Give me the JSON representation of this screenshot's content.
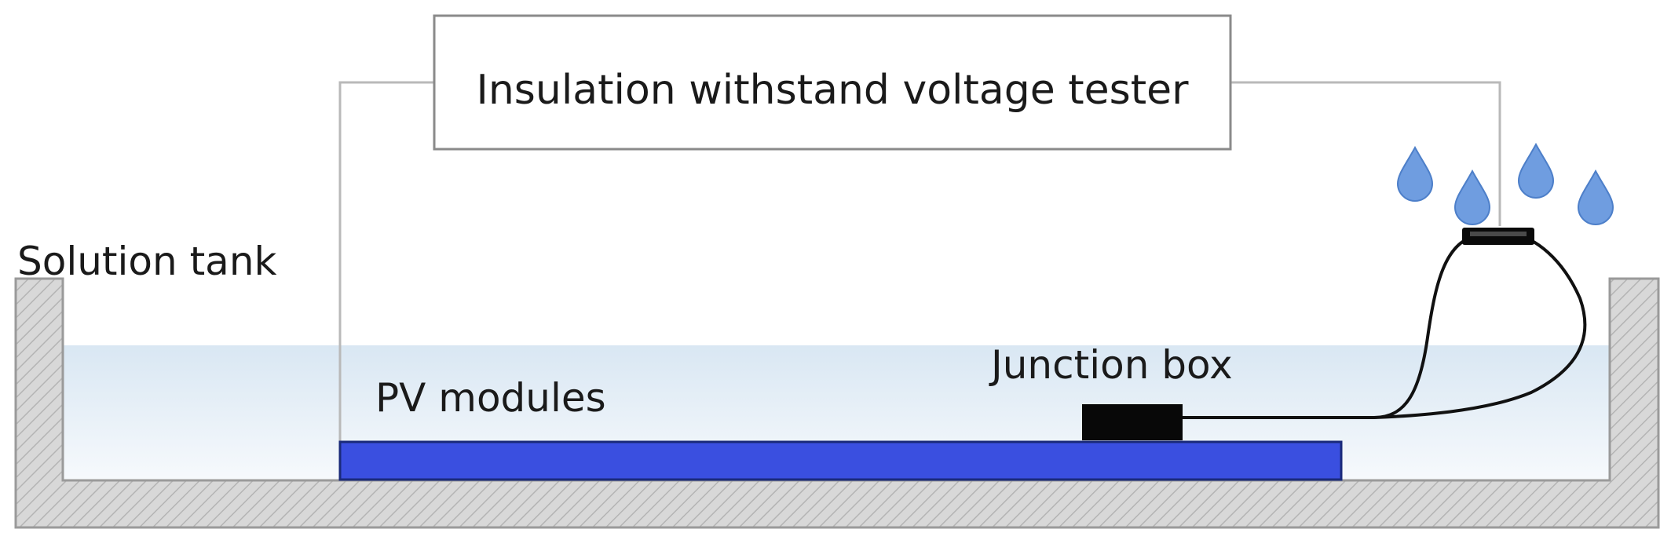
{
  "labels": {
    "tester": "Insulation withstand voltage tester",
    "tank": "Solution tank",
    "modules": "PV modules",
    "junction_box": "Junction box"
  },
  "colors": {
    "pv_module": "#3a4fe0",
    "water_top": "#d9e7f3",
    "water_bottom": "#f6f9fc",
    "tank_wall": "#d8d8d8",
    "droplet": "#6f9de0",
    "wire": "#b9b9b9",
    "cable": "#111111"
  }
}
